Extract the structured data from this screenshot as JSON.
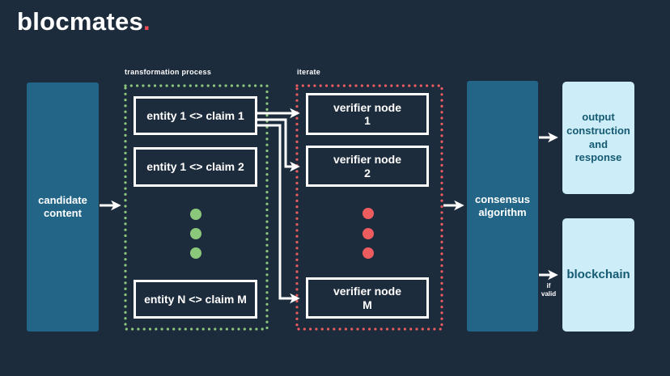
{
  "logo": {
    "brand": "blocmates",
    "dot": "."
  },
  "colors": {
    "background": "#1d2c3c",
    "teal_box": "#226587",
    "light_box": "#cdeef8",
    "light_box_text": "#155a72",
    "green_accent": "#8cc87c",
    "red_accent": "#ed5c5e",
    "logo_dot": "#ef4b57",
    "line_white": "#ffffff"
  },
  "diagram": {
    "candidate": "candidate\ncontent",
    "transformation_group_label": "transformation process",
    "entity_claims": [
      "entity 1 <> claim 1",
      "entity 1 <> claim 2",
      "entity N <> claim M"
    ],
    "iterate_group_label": "iterate",
    "verifier_nodes": [
      "verifier node\n1",
      "verifier node\n2",
      "verifier node\nM"
    ],
    "consensus": "consensus\nalgorithm",
    "output": "output\nconstruction\nand\nresponse",
    "blockchain": "blockchain",
    "if_valid": "if\nvalid"
  }
}
